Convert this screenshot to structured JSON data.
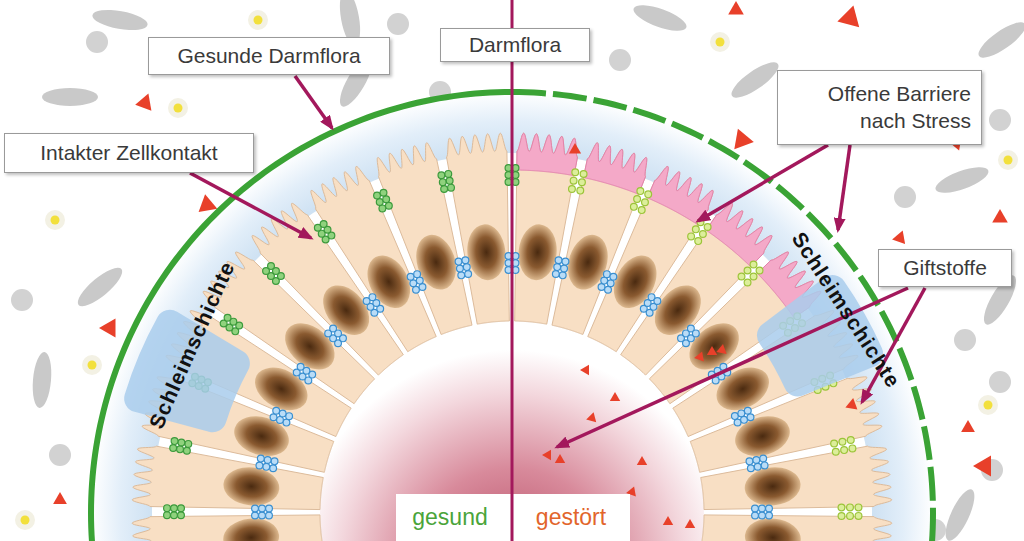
{
  "diagram": {
    "nodes": [
      {
        "text": [
          "Darmflora"
        ]
      },
      {
        "text": [
          "Gesunde Darmflora"
        ]
      },
      {
        "text": [
          "Offene Barriere nach Stress"
        ]
      },
      {
        "text": [
          "Intakter Zellkontakt"
        ]
      },
      {
        "text": [
          "Giftstoffe"
        ]
      }
    ],
    "labels": [
      "Schleimschichte",
      "Schleimschichte",
      "gesund",
      "gestört"
    ]
  }
}
